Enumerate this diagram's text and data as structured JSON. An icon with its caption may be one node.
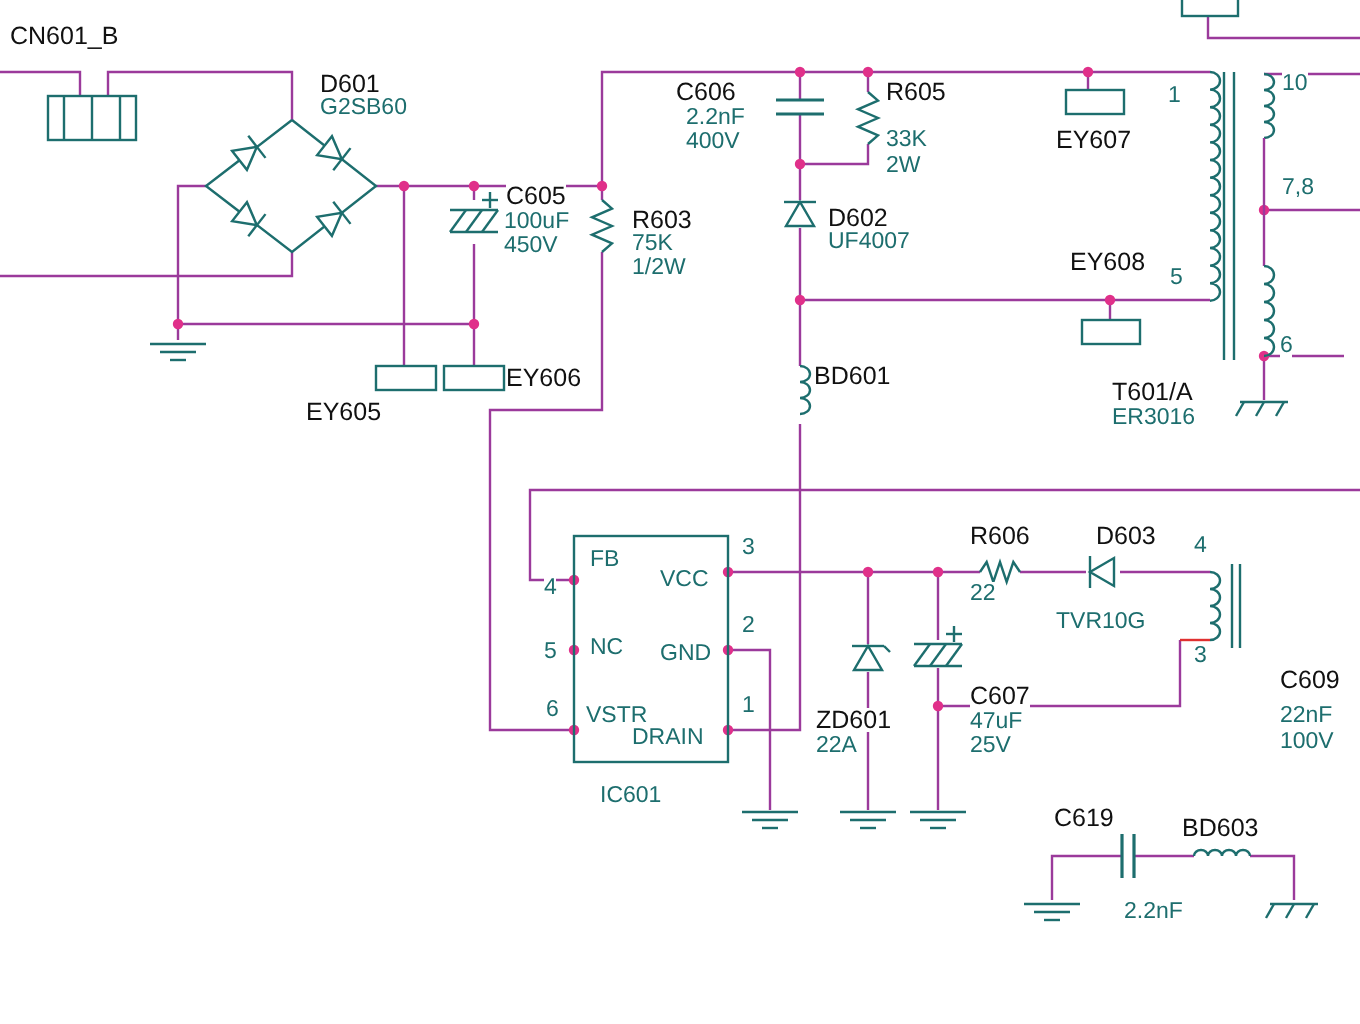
{
  "diagram": {
    "labels": [
      "CN601_B",
      "D601",
      "G2SB60",
      "C605",
      "100uF",
      "450V",
      "R603",
      "75K",
      "1/2W",
      "EY605",
      "EY606",
      "C606",
      "2.2nF",
      "400V",
      "R605",
      "33K",
      "2W",
      "EY607",
      "1",
      "10",
      "7,8",
      "D602",
      "UF4007",
      "EY608",
      "5",
      "6",
      "BD601",
      "T601/A",
      "ER3016",
      "FB",
      "3",
      "4",
      "VCC",
      "NC",
      "5",
      "2",
      "GND",
      "VSTR",
      "1",
      "6",
      "DRAIN",
      "IC601",
      "R606",
      "22",
      "D603",
      "TVR10G",
      "4",
      "3",
      "ZD601",
      "22A",
      "C607",
      "47uF",
      "25V",
      "C609",
      "22nF",
      "100V",
      "C619",
      "BD603",
      "2.2nF"
    ]
  }
}
